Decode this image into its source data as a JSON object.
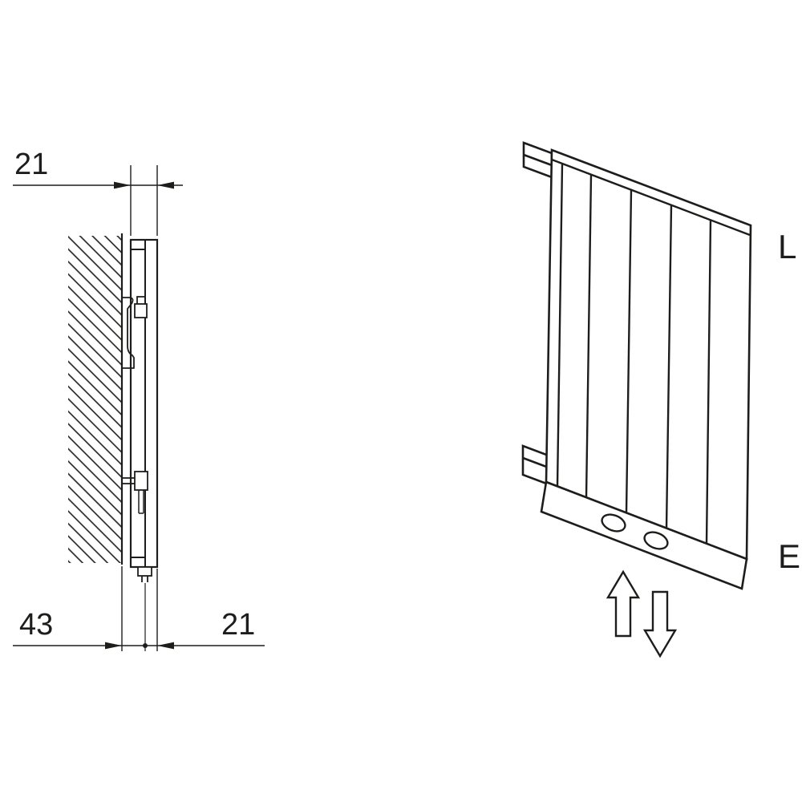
{
  "figure": {
    "background_color": "#ffffff",
    "line_color": "#1d1d1b"
  },
  "side_view": {
    "dim_top_depth": "21",
    "dim_bottom_wall_to_center": "43",
    "dim_bottom_center_to_front": "21"
  },
  "perspective_view": {
    "label_top_connection": "L",
    "label_bottom_connection": "E"
  }
}
